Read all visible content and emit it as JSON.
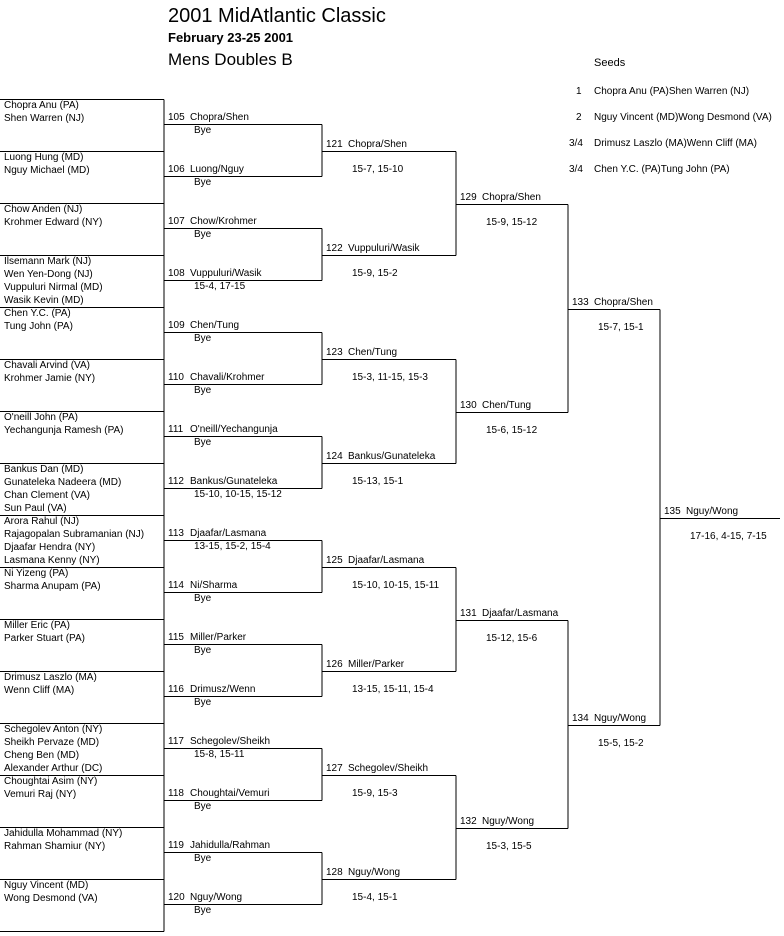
{
  "header": {
    "title": "2001 MidAtlantic Classic",
    "dates": "February 23-25 2001",
    "event": "Mens Doubles B"
  },
  "seeds": {
    "title": "Seeds",
    "items": [
      {
        "seed": "1",
        "team": "Chopra Anu (PA)Shen Warren (NJ)"
      },
      {
        "seed": "2",
        "team": "Nguy Vincent (MD)Wong Desmond (VA)"
      },
      {
        "seed": "3/4",
        "team": "Drimusz Laszlo (MA)Wenn Cliff (MA)"
      },
      {
        "seed": "3/4",
        "team": "Chen Y.C. (PA)Tung John (PA)"
      }
    ]
  },
  "entries": [
    [
      "Chopra Anu (PA)",
      "Shen Warren (NJ)"
    ],
    [
      "Luong Hung (MD)",
      "Nguy Michael (MD)"
    ],
    [
      "Chow Anden (NJ)",
      "Krohmer Edward (NY)"
    ],
    [
      "Ilsemann Mark (NJ)",
      "Wen Yen-Dong (NJ)",
      "Vuppuluri Nirmal (MD)",
      "Wasik Kevin (MD)"
    ],
    [
      "Chen Y.C. (PA)",
      "Tung John (PA)"
    ],
    [
      "Chavali Arvind (VA)",
      "Krohmer Jamie (NY)"
    ],
    [
      "O'neill John (PA)",
      "Yechangunja Ramesh (PA)"
    ],
    [
      "Bankus Dan (MD)",
      "Gunateleka Nadeera (MD)",
      "Chan Clement (VA)",
      "Sun Paul (VA)"
    ],
    [
      "Arora Rahul (NJ)",
      "Rajagopalan Subramanian (NJ)",
      "Djaafar Hendra (NY)",
      "Lasmana Kenny (NY)"
    ],
    [
      "Ni Yizeng (PA)",
      "Sharma Anupam (PA)"
    ],
    [
      "Miller Eric (PA)",
      "Parker Stuart (PA)"
    ],
    [
      "Drimusz Laszlo (MA)",
      "Wenn Cliff (MA)"
    ],
    [
      "Schegolev Anton (NY)",
      "Sheikh Pervaze (MD)",
      "Cheng Ben (MD)",
      "Alexander Arthur (DC)"
    ],
    [
      "Choughtai Asim (NY)",
      "Vemuri Raj (NY)"
    ],
    [
      "Jahidulla Mohammad (NY)",
      "Rahman Shamiur (NY)"
    ],
    [
      "Nguy Vincent (MD)",
      "Wong Desmond (VA)"
    ]
  ],
  "round1": [
    {
      "match": "105",
      "winner": "Chopra/Shen",
      "score": "Bye"
    },
    {
      "match": "106",
      "winner": "Luong/Nguy",
      "score": "Bye"
    },
    {
      "match": "107",
      "winner": "Chow/Krohmer",
      "score": "Bye"
    },
    {
      "match": "108",
      "winner": "Vuppuluri/Wasik",
      "score": "15-4, 17-15"
    },
    {
      "match": "109",
      "winner": "Chen/Tung",
      "score": "Bye"
    },
    {
      "match": "110",
      "winner": "Chavali/Krohmer",
      "score": "Bye"
    },
    {
      "match": "111",
      "winner": "O'neill/Yechangunja",
      "score": "Bye"
    },
    {
      "match": "112",
      "winner": "Bankus/Gunateleka",
      "score": "15-10, 10-15, 15-12"
    },
    {
      "match": "113",
      "winner": "Djaafar/Lasmana",
      "score": "13-15, 15-2, 15-4"
    },
    {
      "match": "114",
      "winner": "Ni/Sharma",
      "score": "Bye"
    },
    {
      "match": "115",
      "winner": "Miller/Parker",
      "score": "Bye"
    },
    {
      "match": "116",
      "winner": "Drimusz/Wenn",
      "score": "Bye"
    },
    {
      "match": "117",
      "winner": "Schegolev/Sheikh",
      "score": "15-8, 15-11"
    },
    {
      "match": "118",
      "winner": "Choughtai/Vemuri",
      "score": "Bye"
    },
    {
      "match": "119",
      "winner": "Jahidulla/Rahman",
      "score": "Bye"
    },
    {
      "match": "120",
      "winner": "Nguy/Wong",
      "score": "Bye"
    }
  ],
  "round2": [
    {
      "match": "121",
      "winner": "Chopra/Shen",
      "score": "15-7, 15-10"
    },
    {
      "match": "122",
      "winner": "Vuppuluri/Wasik",
      "score": "15-9, 15-2"
    },
    {
      "match": "123",
      "winner": "Chen/Tung",
      "score": "15-3, 11-15, 15-3"
    },
    {
      "match": "124",
      "winner": "Bankus/Gunateleka",
      "score": "15-13, 15-1"
    },
    {
      "match": "125",
      "winner": "Djaafar/Lasmana",
      "score": "15-10, 10-15, 15-11"
    },
    {
      "match": "126",
      "winner": "Miller/Parker",
      "score": "13-15, 15-11, 15-4"
    },
    {
      "match": "127",
      "winner": "Schegolev/Sheikh",
      "score": "15-9, 15-3"
    },
    {
      "match": "128",
      "winner": "Nguy/Wong",
      "score": "15-4, 15-1"
    }
  ],
  "round3": [
    {
      "match": "129",
      "winner": "Chopra/Shen",
      "score": "15-9, 15-12"
    },
    {
      "match": "130",
      "winner": "Chen/Tung",
      "score": "15-6, 15-12"
    },
    {
      "match": "131",
      "winner": "Djaafar/Lasmana",
      "score": "15-12, 15-6"
    },
    {
      "match": "132",
      "winner": "Nguy/Wong",
      "score": "15-3, 15-5"
    }
  ],
  "round4": [
    {
      "match": "133",
      "winner": "Chopra/Shen",
      "score": "15-7, 15-1"
    },
    {
      "match": "134",
      "winner": "Nguy/Wong",
      "score": "15-5, 15-2"
    }
  ],
  "final": [
    {
      "match": "135",
      "winner": "Nguy/Wong",
      "score": "17-16, 4-15, 7-15"
    }
  ]
}
